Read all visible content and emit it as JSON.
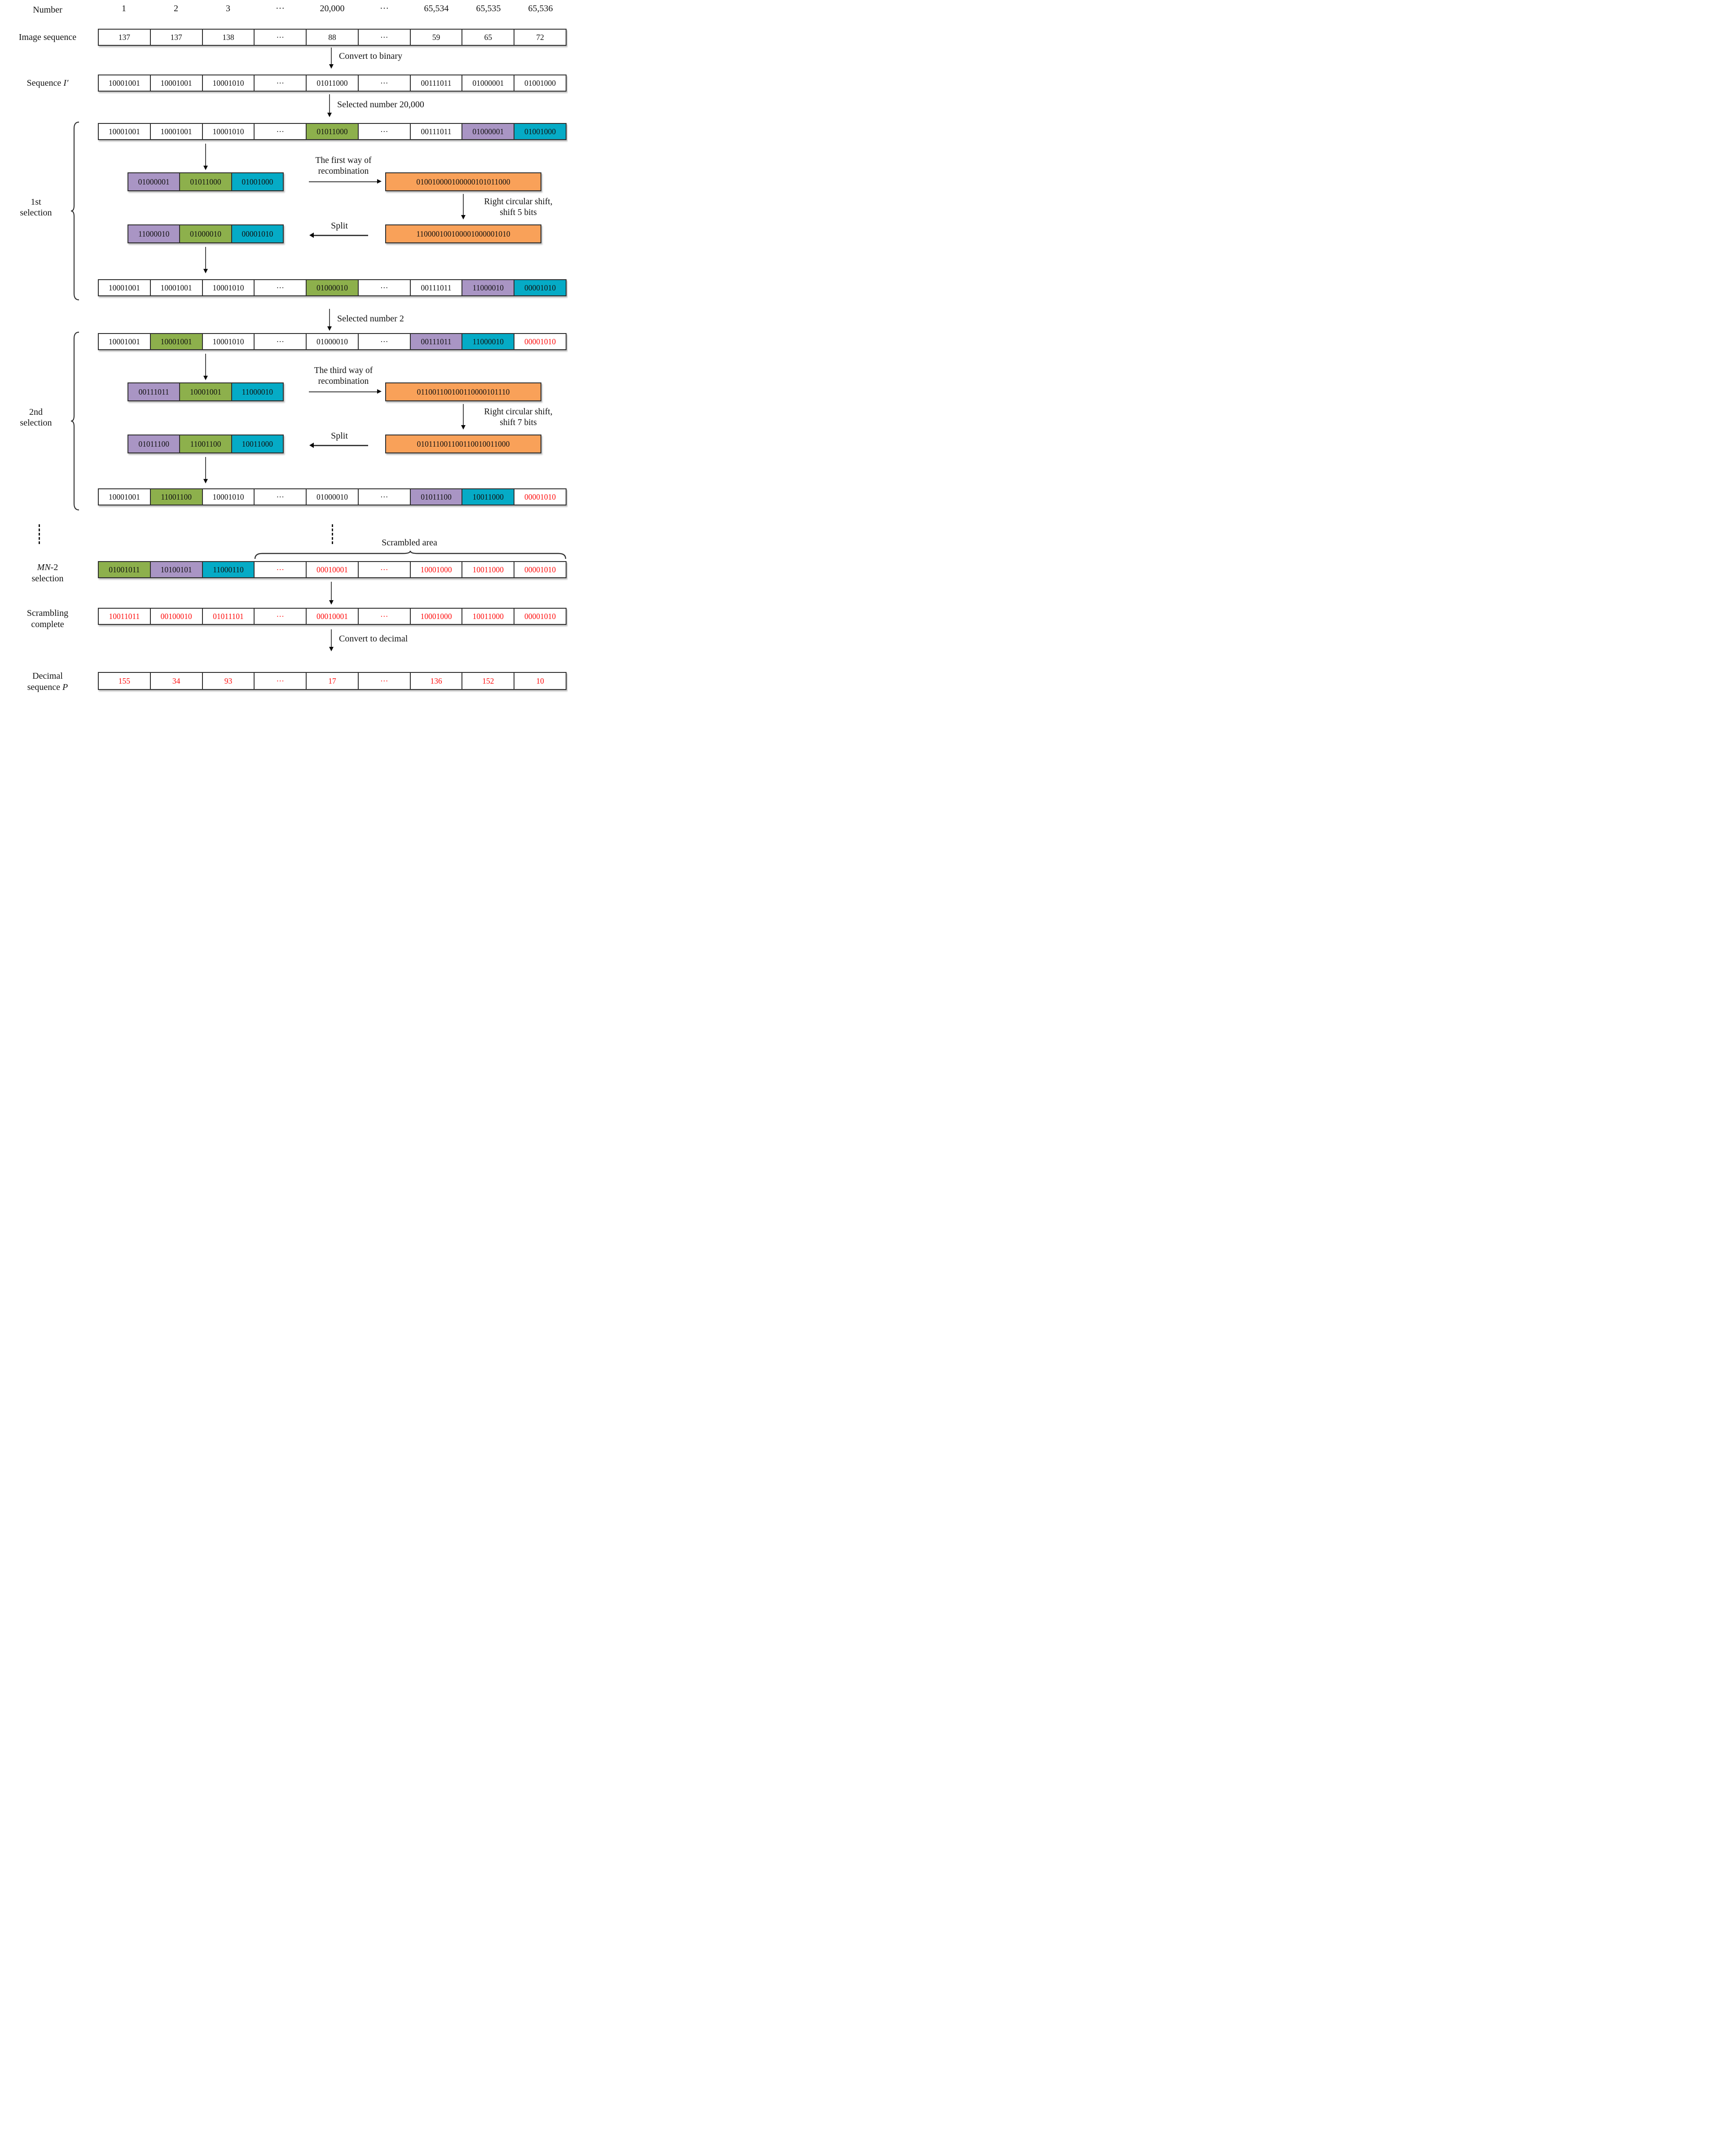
{
  "palette": {
    "green": "#8DB04C",
    "purple": "#A995C4",
    "cyan": "#05ABC6",
    "orange": "#F9A159",
    "red": "#FF0D0D",
    "border": "#2E2E2E"
  },
  "header": {
    "label": "Number",
    "cells": [
      {
        "t": "1"
      },
      {
        "t": "2"
      },
      {
        "t": "3"
      },
      {
        "t": "···"
      },
      {
        "t": "20,000"
      },
      {
        "t": "···"
      },
      {
        "t": "65,534"
      },
      {
        "t": "65,535"
      },
      {
        "t": "65,536"
      }
    ]
  },
  "image_sequence": {
    "label": "Image sequence",
    "cells": [
      {
        "t": "137"
      },
      {
        "t": "137"
      },
      {
        "t": "138"
      },
      {
        "t": "···"
      },
      {
        "t": "88"
      },
      {
        "t": "···"
      },
      {
        "t": "59"
      },
      {
        "t": "65"
      },
      {
        "t": "72"
      }
    ]
  },
  "sequence_i": {
    "label_prefix": "Sequence",
    "label_italic": "I′",
    "cells": [
      {
        "t": "10001001"
      },
      {
        "t": "10001001"
      },
      {
        "t": "10001010"
      },
      {
        "t": "···"
      },
      {
        "t": "01011000"
      },
      {
        "t": "···"
      },
      {
        "t": "00111011"
      },
      {
        "t": "01000001"
      },
      {
        "t": "01001000"
      }
    ]
  },
  "arrows": {
    "convert_binary": "Convert to binary",
    "selected_20000": "Selected number 20,000",
    "selected_2": "Selected number 2",
    "convert_decimal": "Convert to decimal",
    "scrambled_area": "Scrambled area"
  },
  "sections": {
    "first_lines": [
      "1st",
      "selection"
    ],
    "second_lines": [
      "2nd",
      "selection"
    ]
  },
  "sel1_top": {
    "cells": [
      {
        "t": "10001001"
      },
      {
        "t": "10001001"
      },
      {
        "t": "10001010"
      },
      {
        "t": "···"
      },
      {
        "t": "01011000",
        "bg": "green"
      },
      {
        "t": "···"
      },
      {
        "t": "00111011"
      },
      {
        "t": "01000001",
        "bg": "purple"
      },
      {
        "t": "01001000",
        "bg": "cyan"
      }
    ]
  },
  "process1": {
    "input_cells": [
      {
        "t": "01000001",
        "bg": "purple"
      },
      {
        "t": "01011000",
        "bg": "green"
      },
      {
        "t": "01001000",
        "bg": "cyan"
      }
    ],
    "recomb_label_lines": [
      "The first way of",
      "recombination"
    ],
    "recomb_output": "010010000100000101011000",
    "shift_label_lines": [
      "Right circular shift,",
      "shift 5 bits"
    ],
    "shift_output": "110000100100001000001010",
    "split_label": "Split",
    "split_cells": [
      {
        "t": "11000010",
        "bg": "purple"
      },
      {
        "t": "01000010",
        "bg": "green"
      },
      {
        "t": "00001010",
        "bg": "cyan"
      }
    ]
  },
  "sel1_bottom": {
    "cells": [
      {
        "t": "10001001"
      },
      {
        "t": "10001001"
      },
      {
        "t": "10001010"
      },
      {
        "t": "···"
      },
      {
        "t": "01000010",
        "bg": "green"
      },
      {
        "t": "···"
      },
      {
        "t": "00111011"
      },
      {
        "t": "11000010",
        "bg": "purple"
      },
      {
        "t": "00001010",
        "bg": "cyan"
      }
    ]
  },
  "sel2_top": {
    "cells": [
      {
        "t": "10001001"
      },
      {
        "t": "10001001",
        "bg": "green"
      },
      {
        "t": "10001010"
      },
      {
        "t": "···"
      },
      {
        "t": "01000010"
      },
      {
        "t": "···"
      },
      {
        "t": "00111011",
        "bg": "purple"
      },
      {
        "t": "11000010",
        "bg": "cyan"
      },
      {
        "t": "00001010",
        "fg": "red"
      }
    ]
  },
  "process2": {
    "input_cells": [
      {
        "t": "00111011",
        "bg": "purple"
      },
      {
        "t": "10001001",
        "bg": "green"
      },
      {
        "t": "11000010",
        "bg": "cyan"
      }
    ],
    "recomb_label_lines": [
      "The third way of",
      "recombination"
    ],
    "recomb_output": "011001100100110000101110",
    "shift_label_lines": [
      "Right circular shift,",
      "shift 7 bits"
    ],
    "shift_output": "010111001100110010011000",
    "split_label": "Split",
    "split_cells": [
      {
        "t": "01011100",
        "bg": "purple"
      },
      {
        "t": "11001100",
        "bg": "green"
      },
      {
        "t": "10011000",
        "bg": "cyan"
      }
    ]
  },
  "sel2_bottom": {
    "cells": [
      {
        "t": "10001001"
      },
      {
        "t": "11001100",
        "bg": "green"
      },
      {
        "t": "10001010"
      },
      {
        "t": "···"
      },
      {
        "t": "01000010"
      },
      {
        "t": "···"
      },
      {
        "t": "01011100",
        "bg": "purple"
      },
      {
        "t": "10011000",
        "bg": "cyan"
      },
      {
        "t": "00001010",
        "fg": "red"
      }
    ]
  },
  "mn2": {
    "label_italic": "MN",
    "label_suffix": "-2",
    "label_line2": "selection",
    "cells": [
      {
        "t": "01001011",
        "bg": "green"
      },
      {
        "t": "10100101",
        "bg": "purple"
      },
      {
        "t": "11000110",
        "bg": "cyan"
      },
      {
        "t": "···",
        "fg": "red"
      },
      {
        "t": "00010001",
        "fg": "red"
      },
      {
        "t": "···",
        "fg": "red"
      },
      {
        "t": "10001000",
        "fg": "red"
      },
      {
        "t": "10011000",
        "fg": "red"
      },
      {
        "t": "00001010",
        "fg": "red"
      }
    ]
  },
  "scrambling": {
    "label_lines": [
      "Scrambling",
      "complete"
    ],
    "cells": [
      {
        "t": "10011011",
        "fg": "red"
      },
      {
        "t": "00100010",
        "fg": "red"
      },
      {
        "t": "01011101",
        "fg": "red"
      },
      {
        "t": "···",
        "fg": "red"
      },
      {
        "t": "00010001",
        "fg": "red"
      },
      {
        "t": "···",
        "fg": "red"
      },
      {
        "t": "10001000",
        "fg": "red"
      },
      {
        "t": "10011000",
        "fg": "red"
      },
      {
        "t": "00001010",
        "fg": "red"
      }
    ]
  },
  "decimal": {
    "label_line1": "Decimal",
    "label_line2_prefix": "sequence",
    "label_line2_italic": "P",
    "cells": [
      {
        "t": "155",
        "fg": "red"
      },
      {
        "t": "34",
        "fg": "red"
      },
      {
        "t": "93",
        "fg": "red"
      },
      {
        "t": "···",
        "fg": "red"
      },
      {
        "t": "17",
        "fg": "red"
      },
      {
        "t": "···",
        "fg": "red"
      },
      {
        "t": "136",
        "fg": "red"
      },
      {
        "t": "152",
        "fg": "red"
      },
      {
        "t": "10",
        "fg": "red"
      }
    ]
  }
}
